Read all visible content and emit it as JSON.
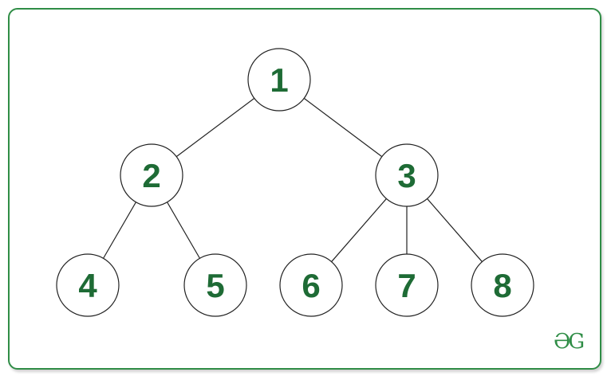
{
  "tree": {
    "nodes": [
      {
        "id": "1",
        "label": "1"
      },
      {
        "id": "2",
        "label": "2"
      },
      {
        "id": "3",
        "label": "3"
      },
      {
        "id": "4",
        "label": "4"
      },
      {
        "id": "5",
        "label": "5"
      },
      {
        "id": "6",
        "label": "6"
      },
      {
        "id": "7",
        "label": "7"
      },
      {
        "id": "8",
        "label": "8"
      }
    ],
    "edges": [
      [
        "1",
        "2"
      ],
      [
        "1",
        "3"
      ],
      [
        "2",
        "4"
      ],
      [
        "2",
        "5"
      ],
      [
        "3",
        "6"
      ],
      [
        "3",
        "7"
      ],
      [
        "3",
        "8"
      ]
    ]
  },
  "logo": {
    "text": "ƏG",
    "color": "#2f8d46"
  },
  "colors": {
    "border": "#2f8d46",
    "node_text": "#1e6b35",
    "line": "#222222"
  }
}
